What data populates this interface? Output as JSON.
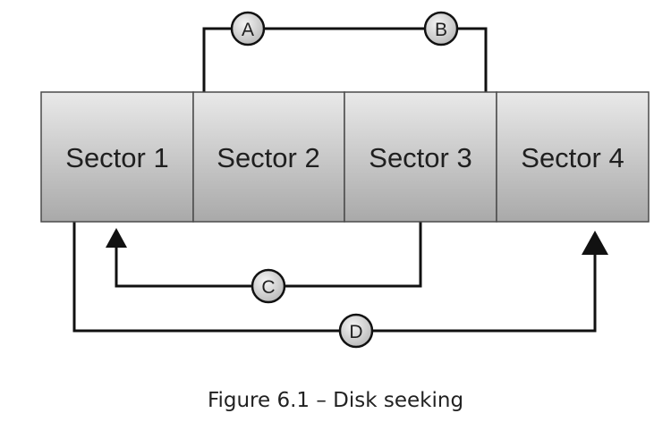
{
  "sectors": [
    {
      "label": "Sector 1"
    },
    {
      "label": "Sector 2"
    },
    {
      "label": "Sector 3"
    },
    {
      "label": "Sector 4"
    }
  ],
  "paths": [
    {
      "label": "A"
    },
    {
      "label": "B"
    },
    {
      "label": "C"
    },
    {
      "label": "D"
    }
  ],
  "caption": "Figure 6.1 – Disk seeking",
  "colors": {
    "sector_gradient_top": "#e9e9e9",
    "sector_gradient_bottom": "#a9a9a9",
    "sector_border": "#4a4a4a",
    "line": "#111111",
    "node_fill": "#d9d9d9"
  }
}
